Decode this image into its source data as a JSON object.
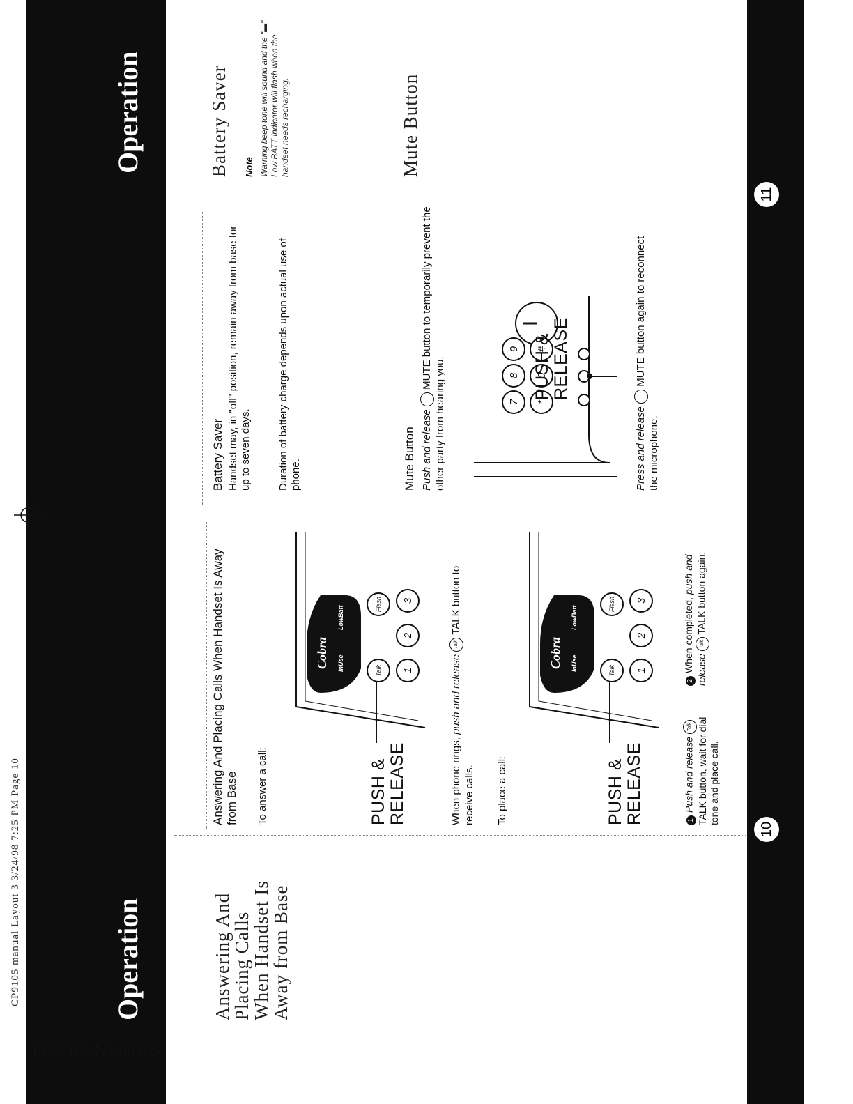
{
  "header_stamp": "CP9105 manual Layout 3 3/24/98 7:25 PM Page 10",
  "fcc_id": "FCC ID: NV69105",
  "left_page": {
    "banner": "Operation",
    "page_number": "10",
    "side_heading": "Answering And Placing Calls When Handset Is Away from Base",
    "section_title": "Answering And Placing Calls When Handset Is Away from Base",
    "answer_intro": "To answer a call:",
    "answer_text_pre": "When phone rings, ",
    "answer_text_italic": "push and release",
    "answer_text_post": " TALK button to receive calls.",
    "place_intro": "To place a call:",
    "push_label_1": "PUSH &",
    "push_label_2": "RELEASE",
    "step1_bullet": "1",
    "step1_italic": "Push and release",
    "step1_rest": " TALK button, wait for dial tone and place call.",
    "step2_bullet": "2",
    "step2_pre": "When completed, ",
    "step2_italic": "push and release",
    "step2_rest": " TALK button again.",
    "phone": {
      "brand": "Cobra",
      "inuse": "InUse",
      "lowbatt": "LowBatt",
      "talk_key": "Talk",
      "flash_key": "Flash",
      "keys": [
        "1",
        "2",
        "3"
      ],
      "talk_icon": "Talk"
    }
  },
  "right_page": {
    "banner": "Operation",
    "page_number": "11",
    "battery": {
      "side_heading": "Battery Saver",
      "heading": "Battery Saver",
      "para1": "Handset may, in \"off\" position, remain away from base for up to seven days.",
      "para2": "Duration of battery charge depends upon actual use of phone.",
      "note_label": "Note",
      "note_text": "Warning beep tone will sound and the \"▬\" Low BATT indicator will flash when the handset needs recharging."
    },
    "mute": {
      "side_heading": "Mute Button",
      "heading": "Mute Button",
      "para1_italic": "Push and release",
      "para1_rest": " MUTE button to temporarily prevent the other party from hearing you.",
      "para2_italic": "Press and release",
      "para2_rest": " MUTE button again to reconnect the microphone.",
      "push_label_1": "PUSH &",
      "push_label_2": "RELEASE",
      "keys": [
        "7",
        "8",
        "9",
        "*",
        "0",
        "#"
      ]
    }
  }
}
